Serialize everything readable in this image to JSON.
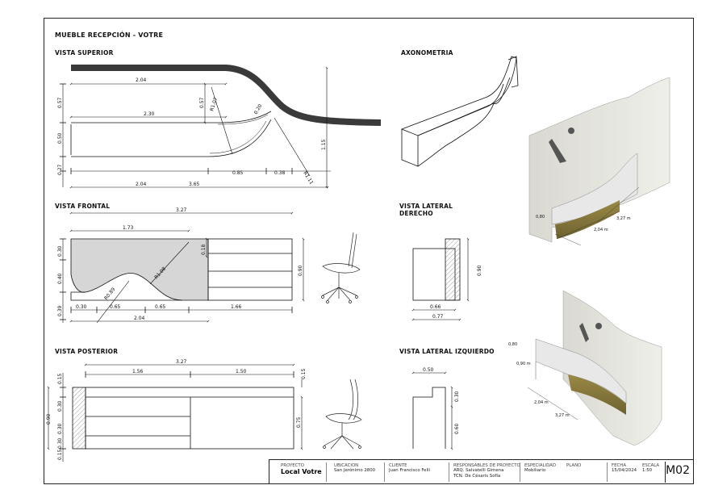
{
  "title": "MUEBLE RECEPCIÓN - VOTRE",
  "views": {
    "superior": "VISTA SUPERIOR",
    "frontal": "VISTA FRONTAL",
    "posterior": "VISTA POSTERIOR",
    "axonometria": "AXONOMETRIA",
    "lateral_derecho": "VISTA LATERAL\nDERECHO",
    "lateral_izquierdo": "VISTA LATERAL IZQUIERDO"
  },
  "dims": {
    "sup_204_top": "2.04",
    "sup_230": "2.30",
    "sup_057_l": "0.57",
    "sup_057_m": "0.57",
    "sup_r107": "R1.07",
    "sup_020": "0.20",
    "sup_050": "0.50",
    "sup_027": "0.27",
    "sup_115": "1.15",
    "sup_204_b": "2.04",
    "sup_085": "0.85",
    "sup_038": "0.38",
    "sup_r111": "R1.11",
    "sup_365": "3.65",
    "fr_327": "3.27",
    "fr_173": "1.73",
    "fr_030": "0.30",
    "fr_018": "0.18",
    "fr_040": "0.40",
    "fr_r089": "R0.89",
    "fr_r108": "R1.08",
    "fr_090": "0.90",
    "fr_039": "0.39",
    "fr_030b": "0.30",
    "fr_065a": "0.65",
    "fr_065b": "0.65",
    "fr_166": "1.66",
    "fr_204": "2.04",
    "ld_090": "0.90",
    "ld_066": "0.66",
    "ld_077": "0.77",
    "po_327": "3.27",
    "po_156": "1.56",
    "po_150": "1.50",
    "po_015a": "0.15",
    "po_015r": "0.15",
    "po_030a": "0.30",
    "po_090": "0.90",
    "po_030b": "0.30",
    "po_030c": "0.30",
    "po_075": "0.75",
    "po_015b": "0.15",
    "li_050": "0.50",
    "li_030": "0.30",
    "li_060": "0.60",
    "r1_080": "0,80",
    "r1_204": "2,04 m",
    "r1_327": "3,27 m",
    "r2_080": "0,80",
    "r2_090": "0,90 m",
    "r2_204": "2,04 m",
    "r2_327": "3,27 m"
  },
  "title_block": {
    "proyecto_label": "PROYECTO",
    "proyecto": "Local Votre",
    "ubicacion_label": "UBICACION",
    "ubicacion": "San Jerónimo 2800",
    "cliente_label": "CLIENTE",
    "cliente": "Juan Francisco Felli",
    "responsables_label": "RESPONSABLES DE PROYECTO",
    "responsable_1": "ARQ. Salvatelli Gimena",
    "responsable_2": "TCN. De Césaris Sofía",
    "especialidad_label": "ESPECIALIDAD",
    "especialidad": "Mobiliario",
    "plano_label": "PLANO",
    "fecha_label": "FECHA",
    "fecha": "15/04/2024",
    "escala_label": "ESCALA",
    "escala": "1:50",
    "codigo": "M02"
  },
  "colors": {
    "ink": "#111111",
    "fill_gray": "#d6d6d6",
    "wall": "#e4e4de",
    "wood": "#8a7a3a",
    "wall_dark": "#444444"
  }
}
